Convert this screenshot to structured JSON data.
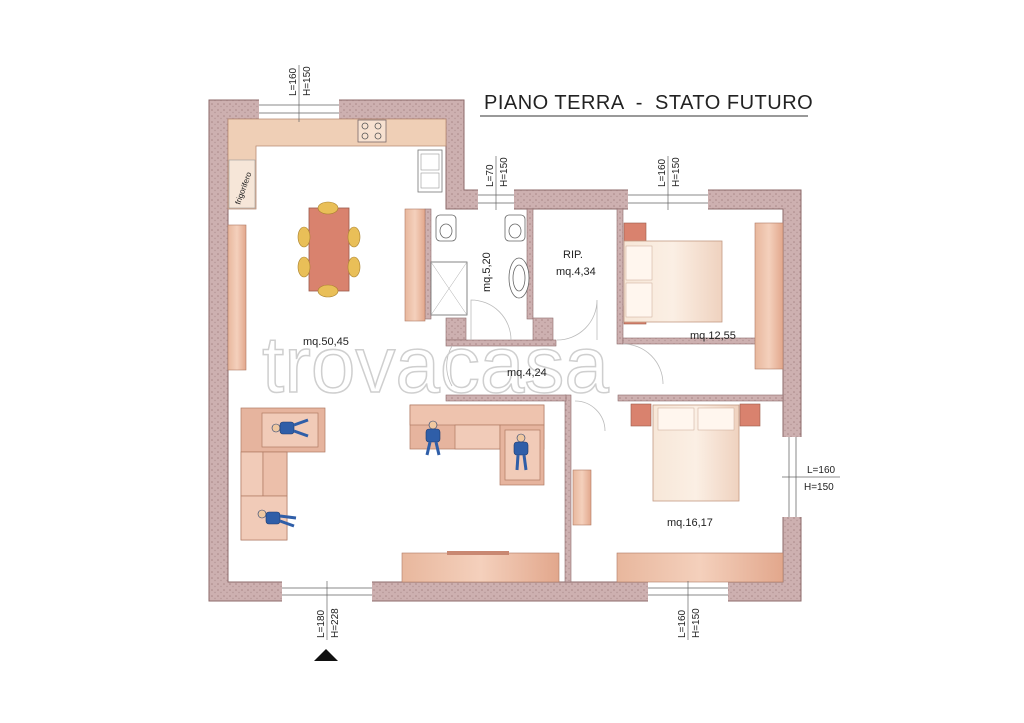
{
  "title": "PIANO TERRA  -  STATO FUTURO",
  "watermark": "trovacasa",
  "rooms": [
    {
      "id": "living",
      "area": "mq.50,45"
    },
    {
      "id": "bath",
      "area": "mq.5,20"
    },
    {
      "id": "storage",
      "name": "RIP.",
      "area": "mq.4,34"
    },
    {
      "id": "bedroom1",
      "area": "mq.12,55"
    },
    {
      "id": "hall",
      "area": "mq.4,24"
    },
    {
      "id": "bedroom2",
      "area": "mq.16,17"
    }
  ],
  "fixtures": {
    "fridge": "frigorifero"
  },
  "openings": [
    {
      "id": "top-left-window",
      "l": "L=160",
      "h": "H=150"
    },
    {
      "id": "top-bath-window",
      "l": "L=70",
      "h": "H=150"
    },
    {
      "id": "top-bed-window",
      "l": "L=160",
      "h": "H=150"
    },
    {
      "id": "right-window",
      "l": "L=160",
      "h": "H=150"
    },
    {
      "id": "bottom-door",
      "l": "L=180",
      "h": "H=228"
    },
    {
      "id": "bottom-window",
      "l": "L=160",
      "h": "H=150"
    }
  ],
  "colors": {
    "wall": "#c9a9a9",
    "wall_edge": "#8c6a6a",
    "furniture": "#e6b49e",
    "furniture_dark": "#c98872",
    "table": "#d9826e",
    "chair": "#e9bf58",
    "person": "#2f5ea8",
    "kitchen": "#efcfb6"
  }
}
